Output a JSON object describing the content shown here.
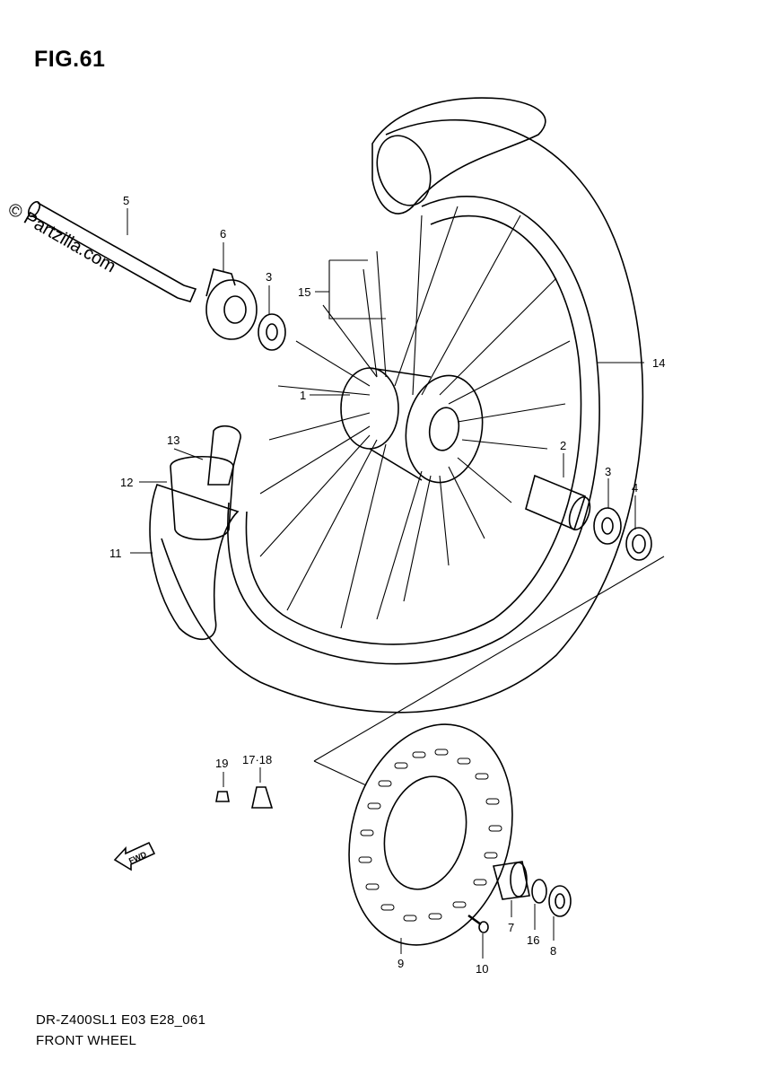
{
  "figure": {
    "title": "FIG.61"
  },
  "watermark": "© Partzilla.com",
  "footer": {
    "model_code": "DR-Z400SL1 E03 E28_061",
    "caption": "FRONT WHEEL"
  },
  "fwd_label": "FWD",
  "callouts": [
    {
      "id": "c1",
      "label": "1"
    },
    {
      "id": "c2",
      "label": "2"
    },
    {
      "id": "c3a",
      "label": "3"
    },
    {
      "id": "c3b",
      "label": "3"
    },
    {
      "id": "c4",
      "label": "4"
    },
    {
      "id": "c5",
      "label": "5"
    },
    {
      "id": "c6",
      "label": "6"
    },
    {
      "id": "c7",
      "label": "7"
    },
    {
      "id": "c8",
      "label": "8"
    },
    {
      "id": "c9",
      "label": "9"
    },
    {
      "id": "c10",
      "label": "10"
    },
    {
      "id": "c11",
      "label": "11"
    },
    {
      "id": "c12",
      "label": "12"
    },
    {
      "id": "c13",
      "label": "13"
    },
    {
      "id": "c14",
      "label": "14"
    },
    {
      "id": "c15",
      "label": "15"
    },
    {
      "id": "c16",
      "label": "16"
    },
    {
      "id": "c1718",
      "label": "17·18"
    },
    {
      "id": "c19",
      "label": "19"
    }
  ]
}
